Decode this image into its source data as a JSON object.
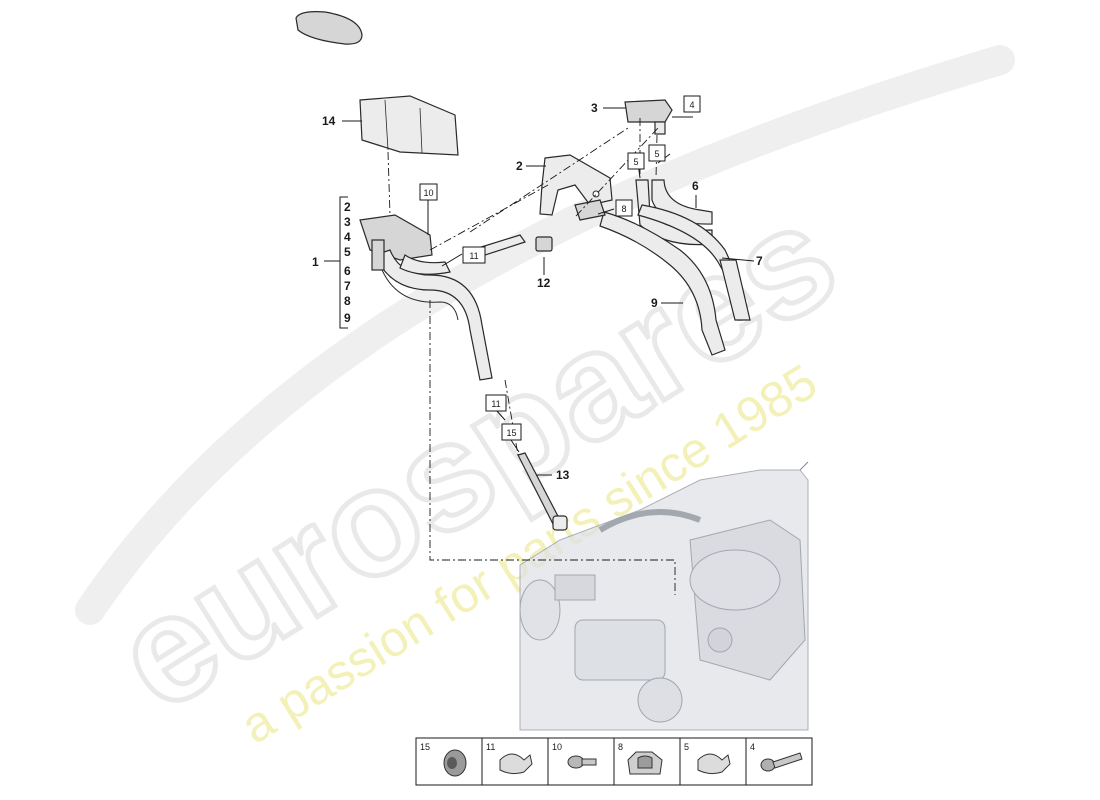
{
  "watermark": {
    "brand": "eurospares",
    "slogan": "a passion for parts since 1985"
  },
  "callouts": {
    "n1": "1",
    "n2": "2",
    "n3": "3",
    "n4": "4",
    "n5": "5",
    "n6": "6",
    "n7": "7",
    "n8": "8",
    "n9": "9",
    "n12": "12",
    "n13": "13",
    "n14": "14"
  },
  "group_list": [
    "2",
    "3",
    "4",
    "5",
    "6",
    "7",
    "8",
    "9"
  ],
  "boxed_refs": {
    "b4": "4",
    "b5a": "5",
    "b5b": "5",
    "b8": "8",
    "b10": "10",
    "b11a": "11",
    "b11b": "11",
    "b15": "15"
  },
  "legend": [
    {
      "number": "15",
      "icon": "rubber-grommet-icon"
    },
    {
      "number": "11",
      "icon": "hose-clamp-icon"
    },
    {
      "number": "10",
      "icon": "bolt-icon"
    },
    {
      "number": "8",
      "icon": "double-clip-icon"
    },
    {
      "number": "5",
      "icon": "hose-clamp-icon"
    },
    {
      "number": "4",
      "icon": "long-bolt-icon"
    }
  ]
}
